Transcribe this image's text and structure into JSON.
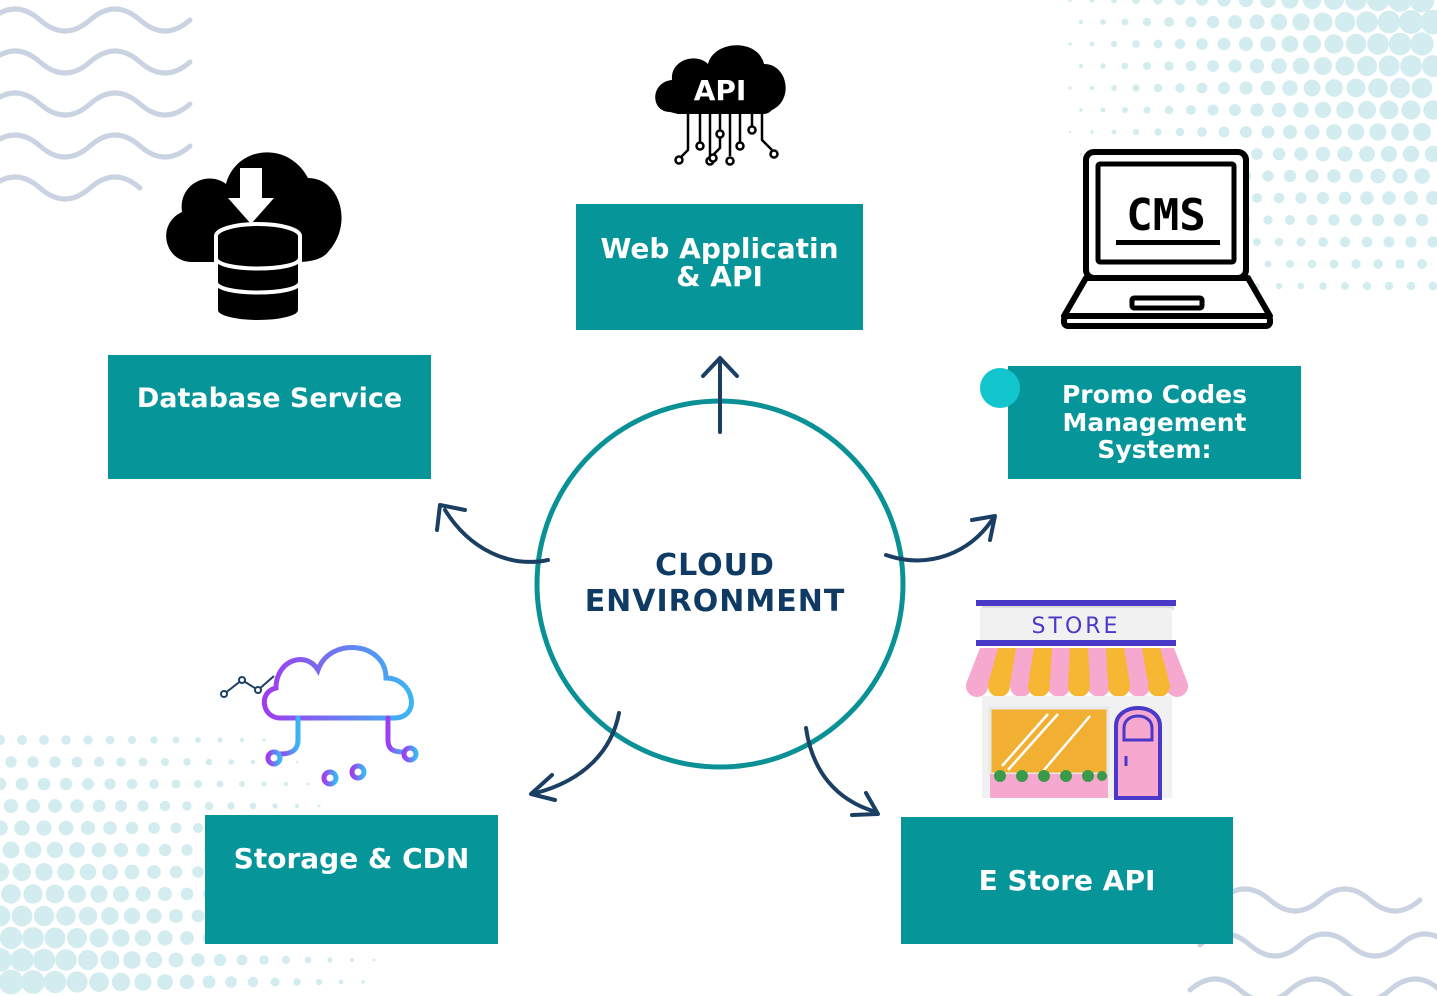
{
  "center": {
    "title": "CLOUD ENVIRONMENT"
  },
  "boxes": {
    "web_api": {
      "label": "Web Applicatin & API"
    },
    "database": {
      "label": "Database Service"
    },
    "promo": {
      "label": "Promo Codes Management System:"
    },
    "storage": {
      "label": "Storage & CDN"
    },
    "estore": {
      "label": "E Store API"
    }
  },
  "icons": {
    "api_cloud": {
      "name": "api-cloud-icon",
      "text": "API"
    },
    "cms_laptop": {
      "name": "cms-laptop-icon",
      "text": "CMS"
    },
    "database_cloud": {
      "name": "cloud-database-download-icon"
    },
    "storage_cloud": {
      "name": "cloud-network-icon"
    },
    "store": {
      "name": "storefront-icon",
      "text": "STORE"
    }
  },
  "colors": {
    "box": "#069699",
    "circle": "#0a9196",
    "arrow": "#1a3f63",
    "center_text": "#0f3a63",
    "dot": "#12c4cc"
  }
}
